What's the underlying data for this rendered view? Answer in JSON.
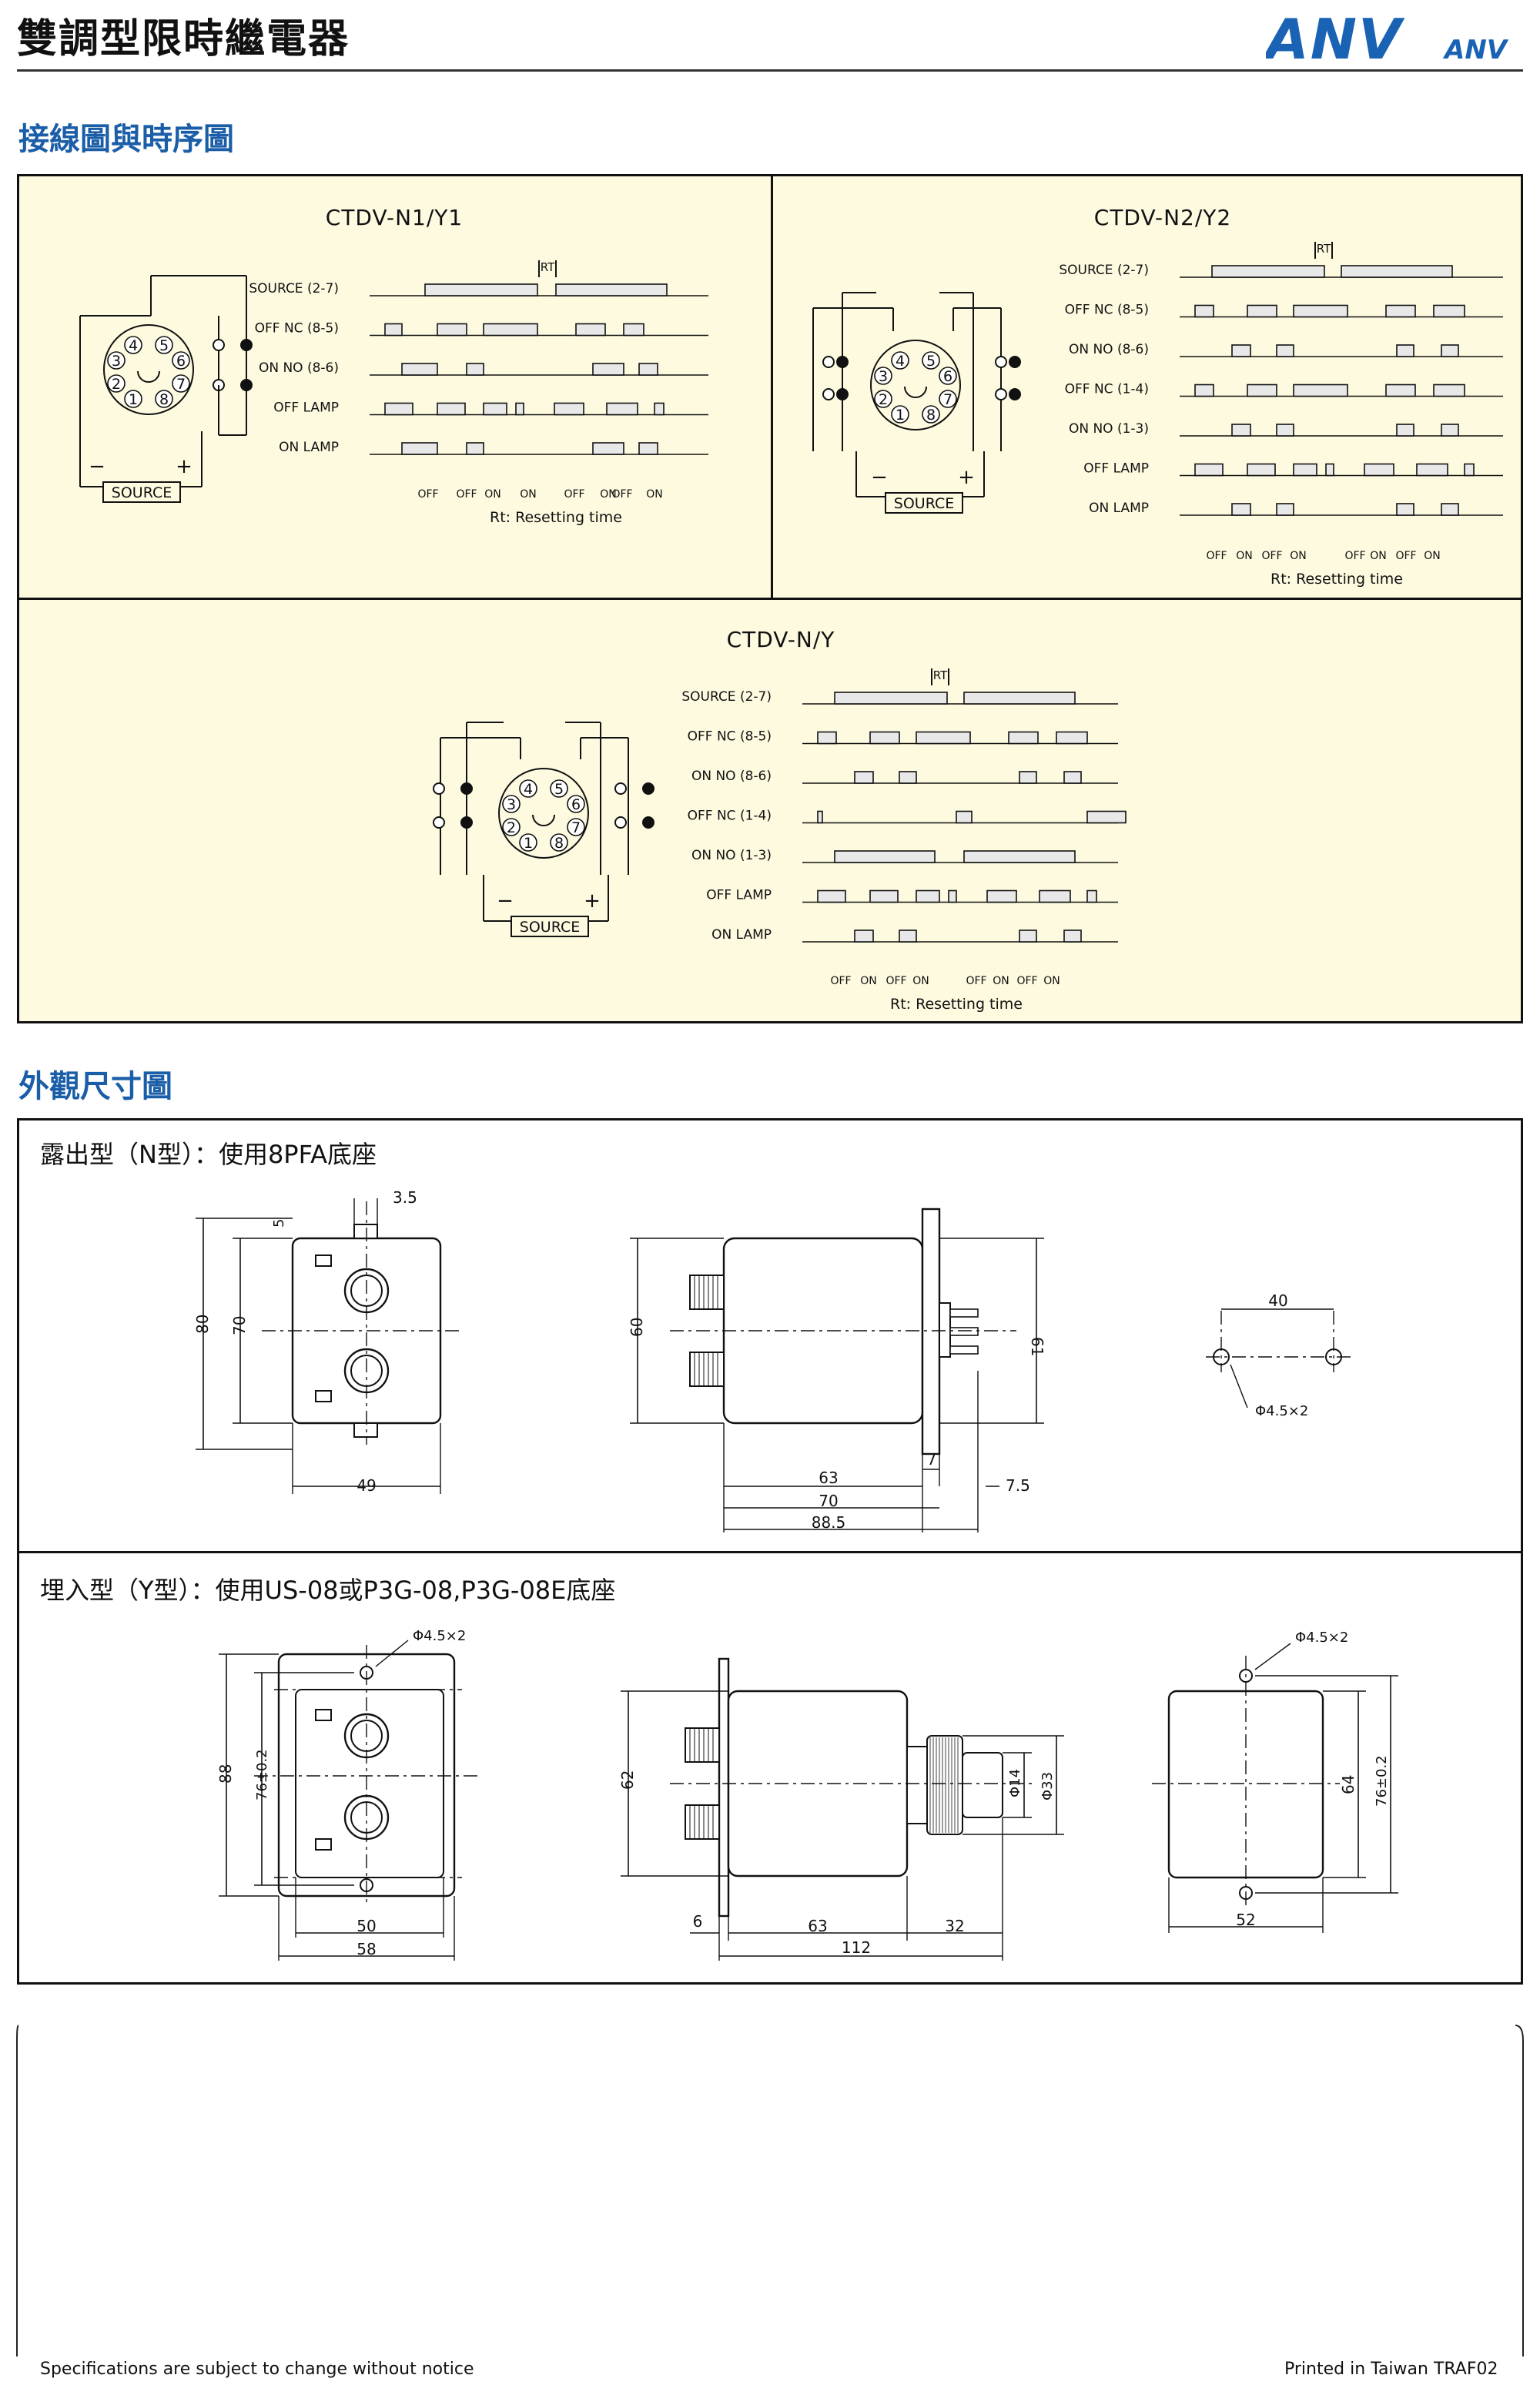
{
  "header": {
    "title": "雙調型限時繼電器",
    "logo_big": "ANV",
    "logo_small": "ANV",
    "logo_color": "#1a63b4"
  },
  "section_wiring": {
    "title": "接線圖與時序圖",
    "diagrams": [
      {
        "name": "CTDV-N1/Y1",
        "rows": [
          "SOURCE  (2-7)",
          "OFF NC  (8-5)",
          "ON NO  (8-6)",
          "OFF  LAMP",
          "ON  LAMP"
        ]
      },
      {
        "name": "CTDV-N2/Y2",
        "rows": [
          "SOURCE  (2-7)",
          "OFF NC  (8-5)",
          "ON NO  (8-6)",
          "OFF NC  (1-4)",
          "ON NO  (1-3)",
          "OFF  LAMP",
          "ON  LAMP"
        ]
      },
      {
        "name": "CTDV-N/Y",
        "rows": [
          "SOURCE  (2-7)",
          "OFF NC  (8-5)",
          "ON NO  (8-6)",
          "OFF NC  (1-4)",
          "ON NO  (1-3)",
          "OFF  LAMP",
          "ON  LAMP"
        ]
      }
    ],
    "rt": "RT",
    "off": "OFF",
    "on": "ON",
    "rt_note": "Rt: Resetting time",
    "source": "SOURCE",
    "minus": "−",
    "plus": "+",
    "pins": [
      "4",
      "5",
      "3",
      "6",
      "2",
      "7",
      "1",
      "8"
    ]
  },
  "section_dimensions": {
    "title": "外觀尺寸圖",
    "n_type": {
      "label": "露出型（N型）：使用8PFA底座",
      "front": {
        "d80": "80",
        "d70": "70",
        "d5": "5",
        "d35": "3.5",
        "d49": "49"
      },
      "side": {
        "d60": "60",
        "d61": "61",
        "d63": "63",
        "d70": "70",
        "d885": "88.5",
        "d7": "7",
        "d75": "7.5"
      },
      "hole": {
        "d40": "40",
        "phi": "Φ4.5×2"
      }
    },
    "y_type": {
      "label": "埋入型（Y型）：使用US-08或P3G-08,P3G-08E底座",
      "front": {
        "phi": "Φ4.5×2",
        "d88": "88",
        "d76": "76±0.2",
        "d50": "50",
        "d58": "58"
      },
      "side": {
        "d62": "62",
        "phi14": "Φ14",
        "phi33": "Φ33",
        "d6": "6",
        "d63": "63",
        "d32": "32",
        "d112": "112"
      },
      "cut": {
        "phi": "Φ4.5×2",
        "d64": "64",
        "d76": "76±0.2",
        "d52": "52"
      }
    }
  },
  "footer": {
    "left": "Specifications are subject to change without notice",
    "right": "Printed in Taiwan   TRAF02"
  }
}
